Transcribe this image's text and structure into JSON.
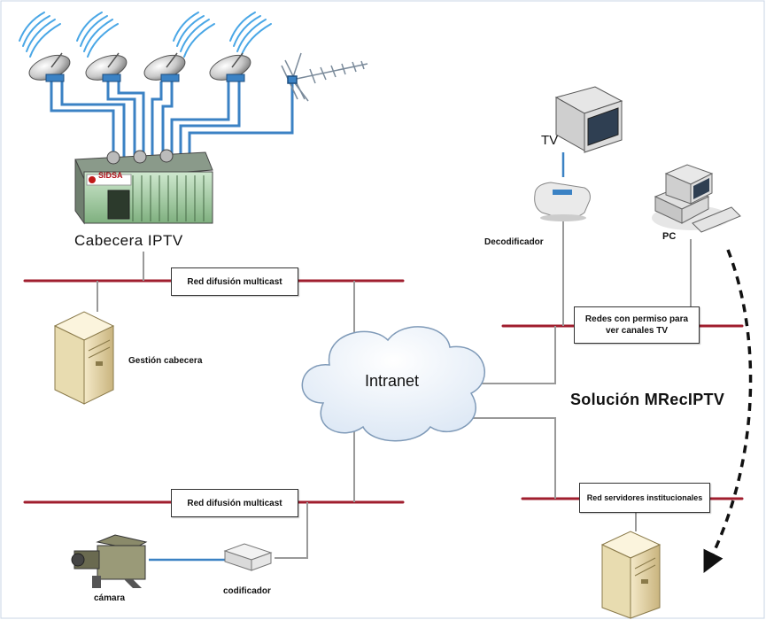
{
  "headend": {
    "label": "Cabecera IPTV",
    "brand": "SIDSA"
  },
  "networks": {
    "multicast_top": "Red difusión multicast",
    "multicast_bottom": "Red difusión multicast",
    "tv_permission": "Redes con permiso para ver canales TV",
    "institutional_servers": "Red servidores institucionales"
  },
  "devices": {
    "tv": "TV",
    "decoder": "Decodificador",
    "pc": "PC",
    "headend_mgmt": "Gestión cabecera",
    "camera": "cámara",
    "encoder": "codificador"
  },
  "cloud": {
    "label": "Intranet"
  },
  "solution": {
    "label": "Solución MRecIPTV"
  },
  "colors": {
    "network_line": "#a01e2e",
    "coax": "#3b82c4",
    "link": "#999999",
    "arrow": "#111111"
  }
}
